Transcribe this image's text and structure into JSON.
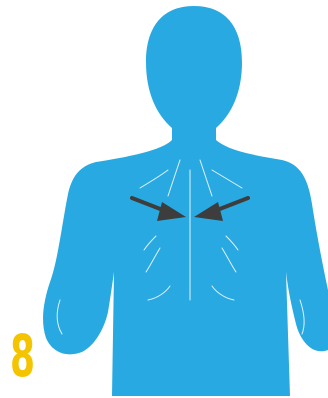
{
  "step": {
    "number": "8",
    "number_color": "#f5c400"
  },
  "figure": {
    "body_color": "#29a9e1",
    "line_color": "#ffffff",
    "arrow_color": "#3d3d3d",
    "arrows": [
      {
        "icon": "arrow-right-icon",
        "direction": "inward"
      },
      {
        "icon": "arrow-left-icon",
        "direction": "inward"
      }
    ]
  }
}
